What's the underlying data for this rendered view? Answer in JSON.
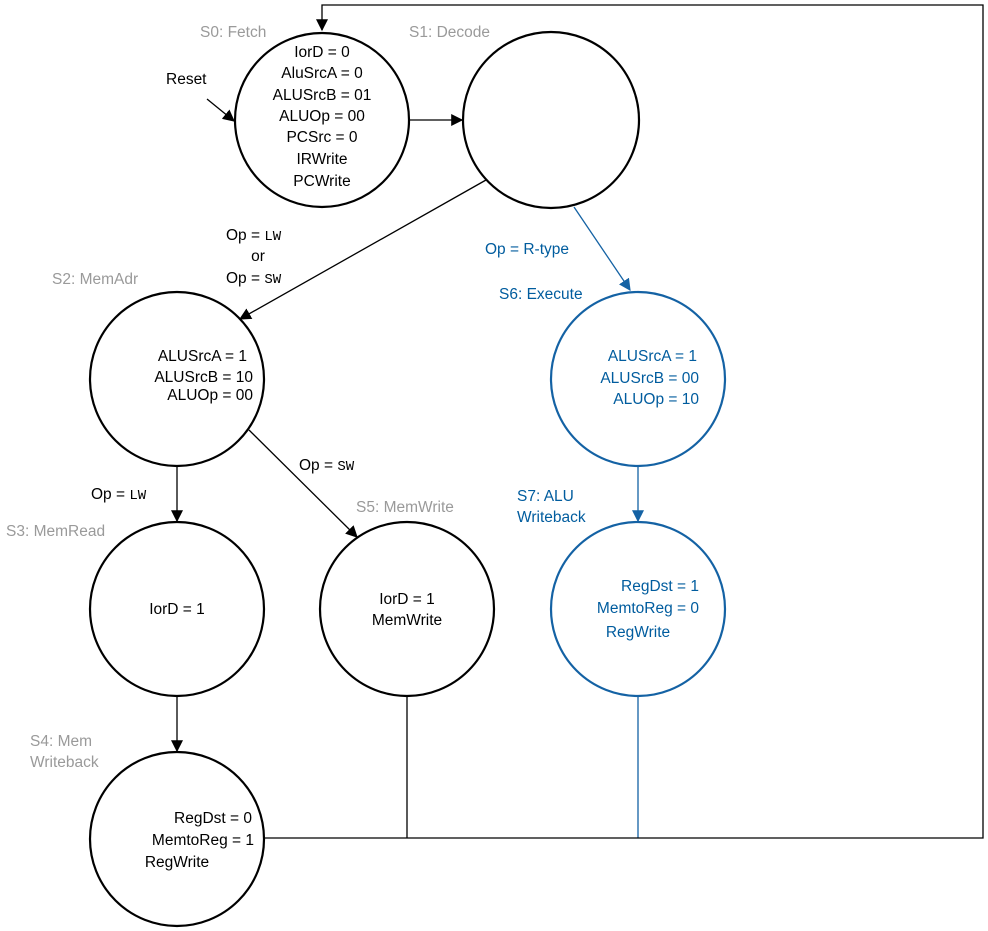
{
  "colors": {
    "primary": "#000000",
    "state_label": "#9a9a9a",
    "highlight": "#005c9e"
  },
  "reset_label": "Reset",
  "states": {
    "s0": {
      "name": "S0: Fetch",
      "lines": [
        "IorD = 0",
        "AluSrcA = 0",
        "ALUSrcB = 01",
        "ALUOp = 00",
        "PCSrc = 0",
        "IRWrite",
        "PCWrite"
      ]
    },
    "s1": {
      "name": "S1: Decode",
      "lines": []
    },
    "s2": {
      "name": "S2: MemAdr",
      "lines": [
        "ALUSrcA = 1",
        "ALUSrcB = 10",
        "ALUOp = 00"
      ]
    },
    "s3": {
      "name": "S3: MemRead",
      "lines": [
        "IorD = 1"
      ]
    },
    "s4": {
      "name_lines": [
        "S4: Mem",
        "Writeback"
      ],
      "lines": [
        "RegDst = 0",
        "MemtoReg = 1",
        "RegWrite"
      ]
    },
    "s5": {
      "name": "S5: MemWrite",
      "lines": [
        "IorD = 1",
        "MemWrite"
      ]
    },
    "s6": {
      "name": "S6: Execute",
      "lines": [
        "ALUSrcA = 1",
        "ALUSrcB = 00",
        "ALUOp = 10"
      ]
    },
    "s7": {
      "name_lines": [
        "S7: ALU",
        "Writeback"
      ],
      "lines": [
        "RegDst = 1",
        "MemtoReg = 0",
        "RegWrite"
      ]
    }
  },
  "transitions": {
    "s1_s2": {
      "op": "Op = ",
      "lw": "LW",
      "or": "or",
      "sw": "SW"
    },
    "s1_s6": {
      "text": "Op = R-type"
    },
    "s2_s3": {
      "op": "Op = ",
      "val": "LW"
    },
    "s2_s5": {
      "op": "Op = ",
      "val": "SW"
    }
  }
}
